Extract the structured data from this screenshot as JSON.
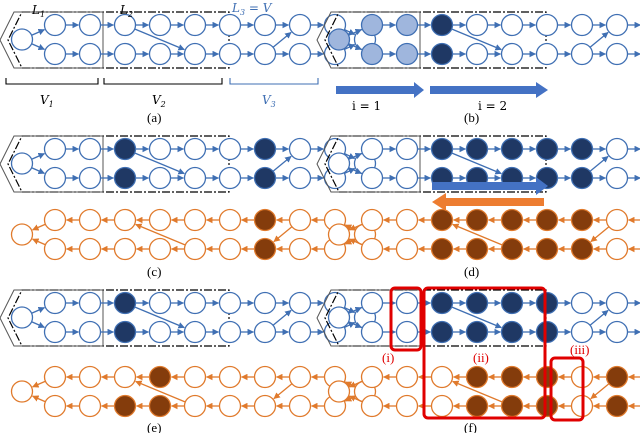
{
  "colors": {
    "blue": "#3f6fb3",
    "navy": "#1f3864",
    "light_blue": "#9fb6dd",
    "orange": "#e07a2c",
    "brown": "#843c0c",
    "red": "#e00000",
    "blue_arrow": "#4472c4",
    "orange_arrow": "#ed7d31"
  },
  "panel_captions": [
    "(a)",
    "(b)",
    "(c)",
    "(d)",
    "(e)",
    "(f)"
  ],
  "panel_a": {
    "L1": "L",
    "L1_sub": "1",
    "L2": "L",
    "L2_sub": "2",
    "L3": "L",
    "L3_sub": "3",
    "L3_eq": " = V",
    "V1": "V",
    "V1_sub": "1",
    "V2": "V",
    "V2_sub": "2",
    "V3": "V",
    "V3_sub": "3"
  },
  "panel_b": {
    "i1": "i = 1",
    "i2": "i = 2"
  },
  "panel_f": {
    "ann_i": "(i)",
    "ann_ii": "(ii)",
    "ann_iii": "(iii)"
  }
}
